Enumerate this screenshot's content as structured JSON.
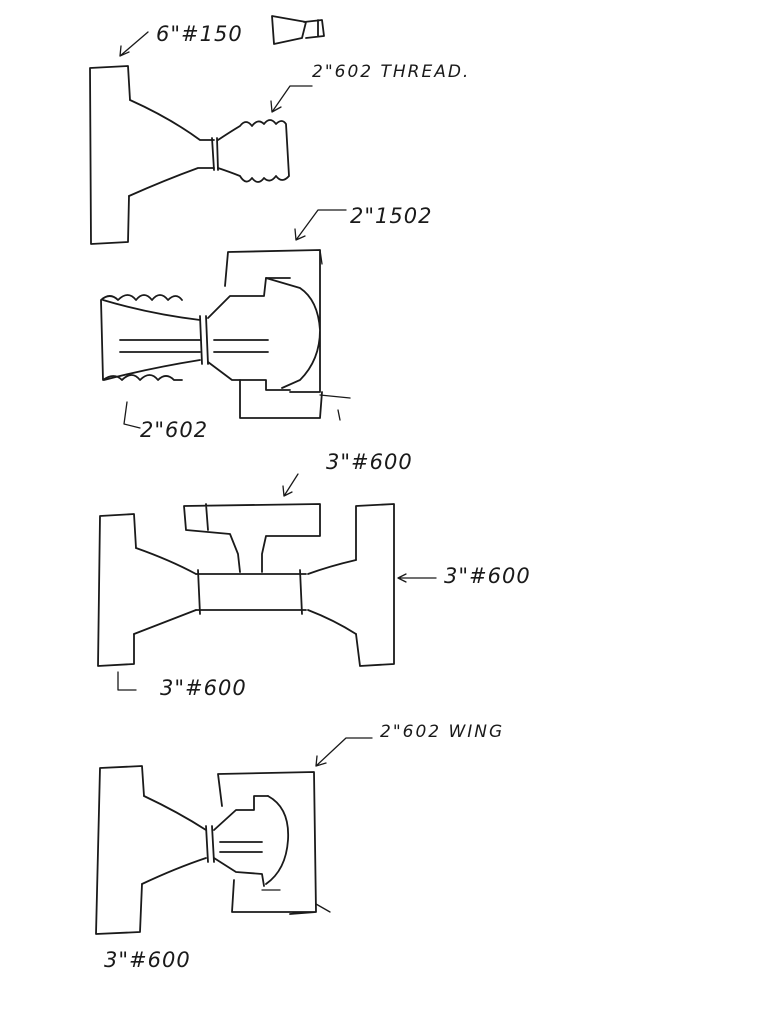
{
  "labels": {
    "tee_6_150": "6\"#150",
    "thread_2_602": "2\"602 THREAD.",
    "hammer_2_1502": "2\"1502",
    "union_2_602": "2\"602",
    "top_3_600": "3\"#600",
    "right_3_600": "3\"#600",
    "bottom_left_3_600": "3\"#600",
    "wing_2_602": "2\"602 WING",
    "bottom_3_600": "3\"#600"
  },
  "colors": {
    "ink": "#1a1a1a",
    "paper": "#ffffff"
  }
}
